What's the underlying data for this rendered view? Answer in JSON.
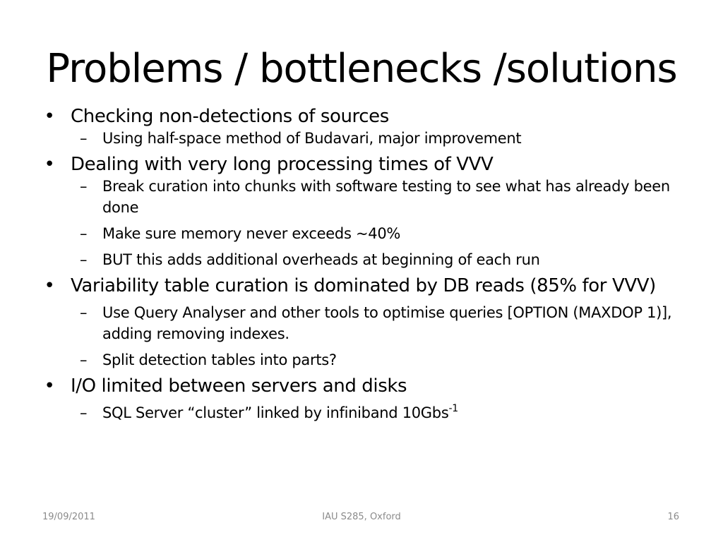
{
  "slide": {
    "title": "Problems / bottlenecks /solutions",
    "bullets": [
      {
        "text": "Checking non-detections of sources",
        "subs": [
          "Using half-space method of Budavari, major improvement"
        ]
      },
      {
        "text": "Dealing with very long processing times of VVV",
        "subs": [
          "Break curation into chunks with software testing to see what has already been done",
          "Make sure memory never exceeds ~40%",
          "BUT this adds additional overheads at beginning of each run"
        ]
      },
      {
        "text": "Variability table curation is dominated by DB reads (85% for VVV)",
        "subs": [
          "Use Query Analyser and other tools to optimise queries [OPTION (MAXDOP 1)], adding removing indexes.",
          "Split detection tables into parts?"
        ]
      },
      {
        "text": "I/O limited between servers and disks",
        "subs": [
          "SQL Server “cluster” linked by infiniband 10Gbs"
        ],
        "sub_superscript": "-1"
      }
    ],
    "bullet_glyph": "•",
    "dash_glyph": "–"
  },
  "footer": {
    "date": "19/09/2011",
    "center": "IAU S285, Oxford",
    "page_number": "16"
  },
  "colors": {
    "text": "#000000",
    "footer_text": "#8b8b8b",
    "background": "#ffffff"
  }
}
